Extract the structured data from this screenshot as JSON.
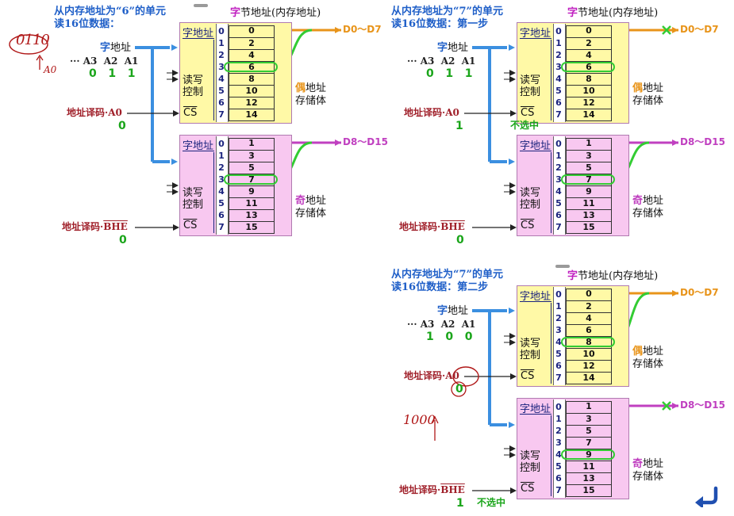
{
  "panels": [
    {
      "title_line1": "从内存地址为“6”的单元",
      "title_line2": "读16位数据：",
      "address_pins": "··· A3  A2  A1",
      "address_bits": "0   1   1",
      "even_select_value": "0",
      "even_select_note": "",
      "odd_select_value": "0",
      "odd_select_note": "",
      "even_bus_label": "D0～D7",
      "odd_bus_label": "D8～D15",
      "highlight_row": 3
    },
    {
      "title_line1": "从内存地址为“7”的单元",
      "title_line2": "读16位数据：第一步",
      "address_pins": "··· A3  A2  A1",
      "address_bits": "0   1   1",
      "even_select_value": "1",
      "even_select_note": "不选中",
      "odd_select_value": "0",
      "odd_select_note": "",
      "even_bus_label": "D0～D7",
      "odd_bus_label": "D8～D15",
      "highlight_row": 3
    },
    {
      "title_line1": "从内存地址为“7”的单元",
      "title_line2": "读16位数据：第二步",
      "address_pins": "··· A3  A2  A1",
      "address_bits": "1   0   0",
      "even_select_value": "0",
      "even_select_note": "",
      "odd_select_value": "1",
      "odd_select_note": "不选中",
      "even_bus_label": "D0～D7",
      "odd_bus_label": "D8～D15",
      "highlight_row": 4
    }
  ],
  "labels": {
    "byte_address": "字节地址(内存地址)",
    "byte_char": "字",
    "byte_rest": "节地址(内存地址)",
    "word_address_char": "字",
    "word_address_rest": "地址",
    "bank_word_address": "字地址",
    "rw_control_1": "读写",
    "rw_control_2": "控制",
    "cs": "CS",
    "even_select_prefix": "地址译码·",
    "even_select_signal": "A0",
    "odd_select_prefix": "地址译码·",
    "odd_select_signal": "BHE",
    "even_bank_1": "偶",
    "even_bank_1b": "地址",
    "even_bank_2": "存储体",
    "odd_bank_1": "奇",
    "odd_bank_1b": "地址",
    "odd_bank_2": "存储体"
  },
  "even_bank_cells": [
    "0",
    "2",
    "4",
    "6",
    "8",
    "10",
    "12",
    "14"
  ],
  "odd_bank_cells": [
    "1",
    "3",
    "5",
    "7",
    "9",
    "11",
    "13",
    "15"
  ],
  "row_indices": [
    "0",
    "1",
    "2",
    "3",
    "4",
    "5",
    "6",
    "7"
  ],
  "annotations": {
    "handwritten_top": "0110",
    "handwritten_a0": "A0",
    "handwritten_bottom": "1000"
  },
  "colors": {
    "title": "#1f5fc8",
    "highlight": "#33cc33",
    "even_bank_fill": "#fff9a6",
    "odd_bank_fill": "#f8c8f0",
    "even_bus": "#e8941a",
    "odd_bus": "#c040c0",
    "address_arrow": "#3b8fe0",
    "handwriting": "#b01818"
  }
}
